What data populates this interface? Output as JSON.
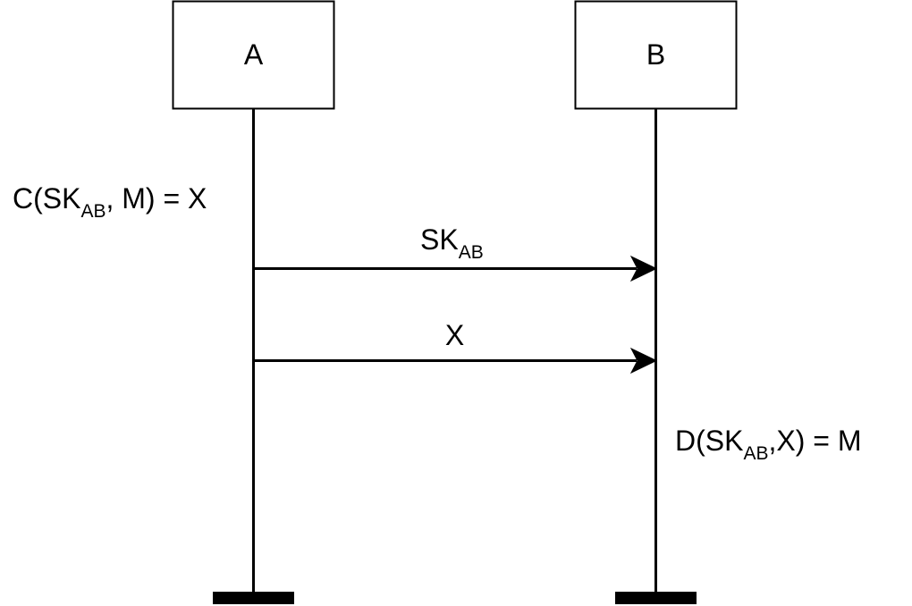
{
  "participants": [
    {
      "id": "a",
      "label": "A"
    },
    {
      "id": "b",
      "label": "B"
    }
  ],
  "messages": [
    {
      "from": "A",
      "to": "B",
      "label": {
        "main": "SK",
        "sub": "AB"
      }
    },
    {
      "from": "A",
      "to": "B",
      "label": {
        "main": "X"
      }
    }
  ],
  "notes": {
    "encrypt": {
      "pre": "C(SK",
      "sub": "AB",
      "post": ", M) = X"
    },
    "decrypt": {
      "pre": "D(SK",
      "sub": "AB",
      "post": ",X) = M"
    }
  },
  "colors": {
    "stroke": "#000000",
    "background": "#ffffff"
  }
}
